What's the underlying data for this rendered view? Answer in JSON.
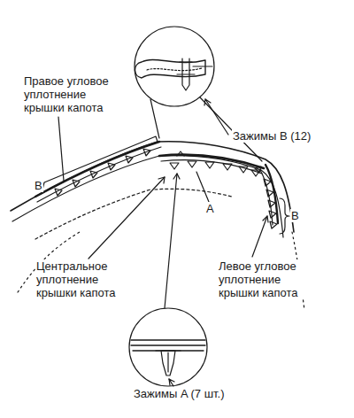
{
  "diagram": {
    "labels": [
      "Правое угловое уплотнение крышки капота",
      "Зажимы B (12)",
      "B",
      "A",
      "B",
      "Центральное уплотнение крышки капота",
      "Левое угловое уплотнение крышки капота",
      "Зажимы A (7 шт.)"
    ]
  }
}
